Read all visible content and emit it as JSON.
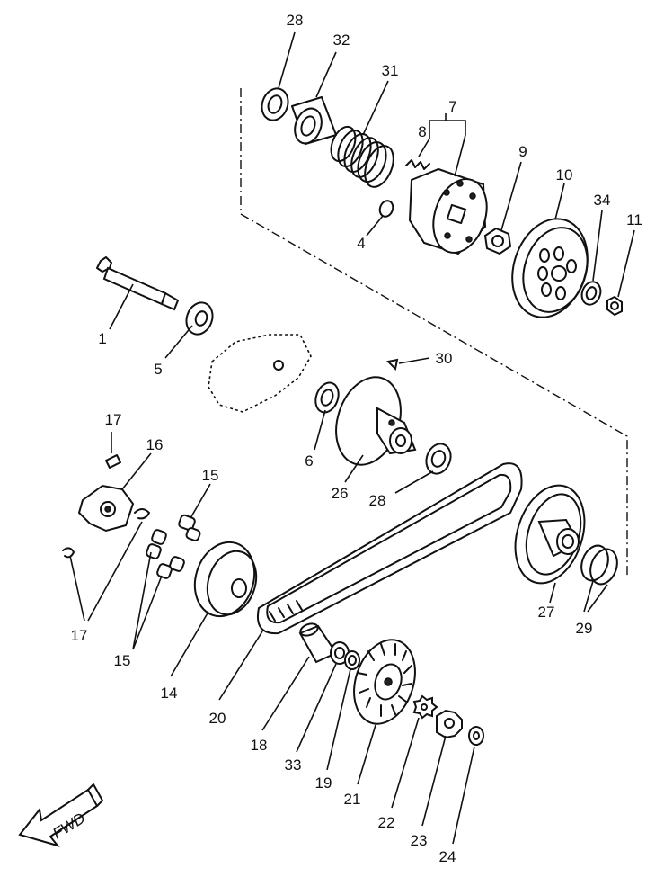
{
  "callouts": {
    "c1": "1",
    "c4": "4",
    "c5": "5",
    "c6": "6",
    "c7": "7",
    "c8": "8",
    "c9": "9",
    "c10": "10",
    "c11": "11",
    "c14": "14",
    "c15a": "15",
    "c15b": "15",
    "c16": "16",
    "c17a": "17",
    "c17b": "17",
    "c18": "18",
    "c19": "19",
    "c20": "20",
    "c21": "21",
    "c22": "22",
    "c23": "23",
    "c24": "24",
    "c26": "26",
    "c27": "27",
    "c28a": "28",
    "c28b": "28",
    "c29": "29",
    "c30": "30",
    "c31": "31",
    "c32": "32",
    "c33": "33",
    "c34": "34"
  },
  "fwd_label": "FWD"
}
